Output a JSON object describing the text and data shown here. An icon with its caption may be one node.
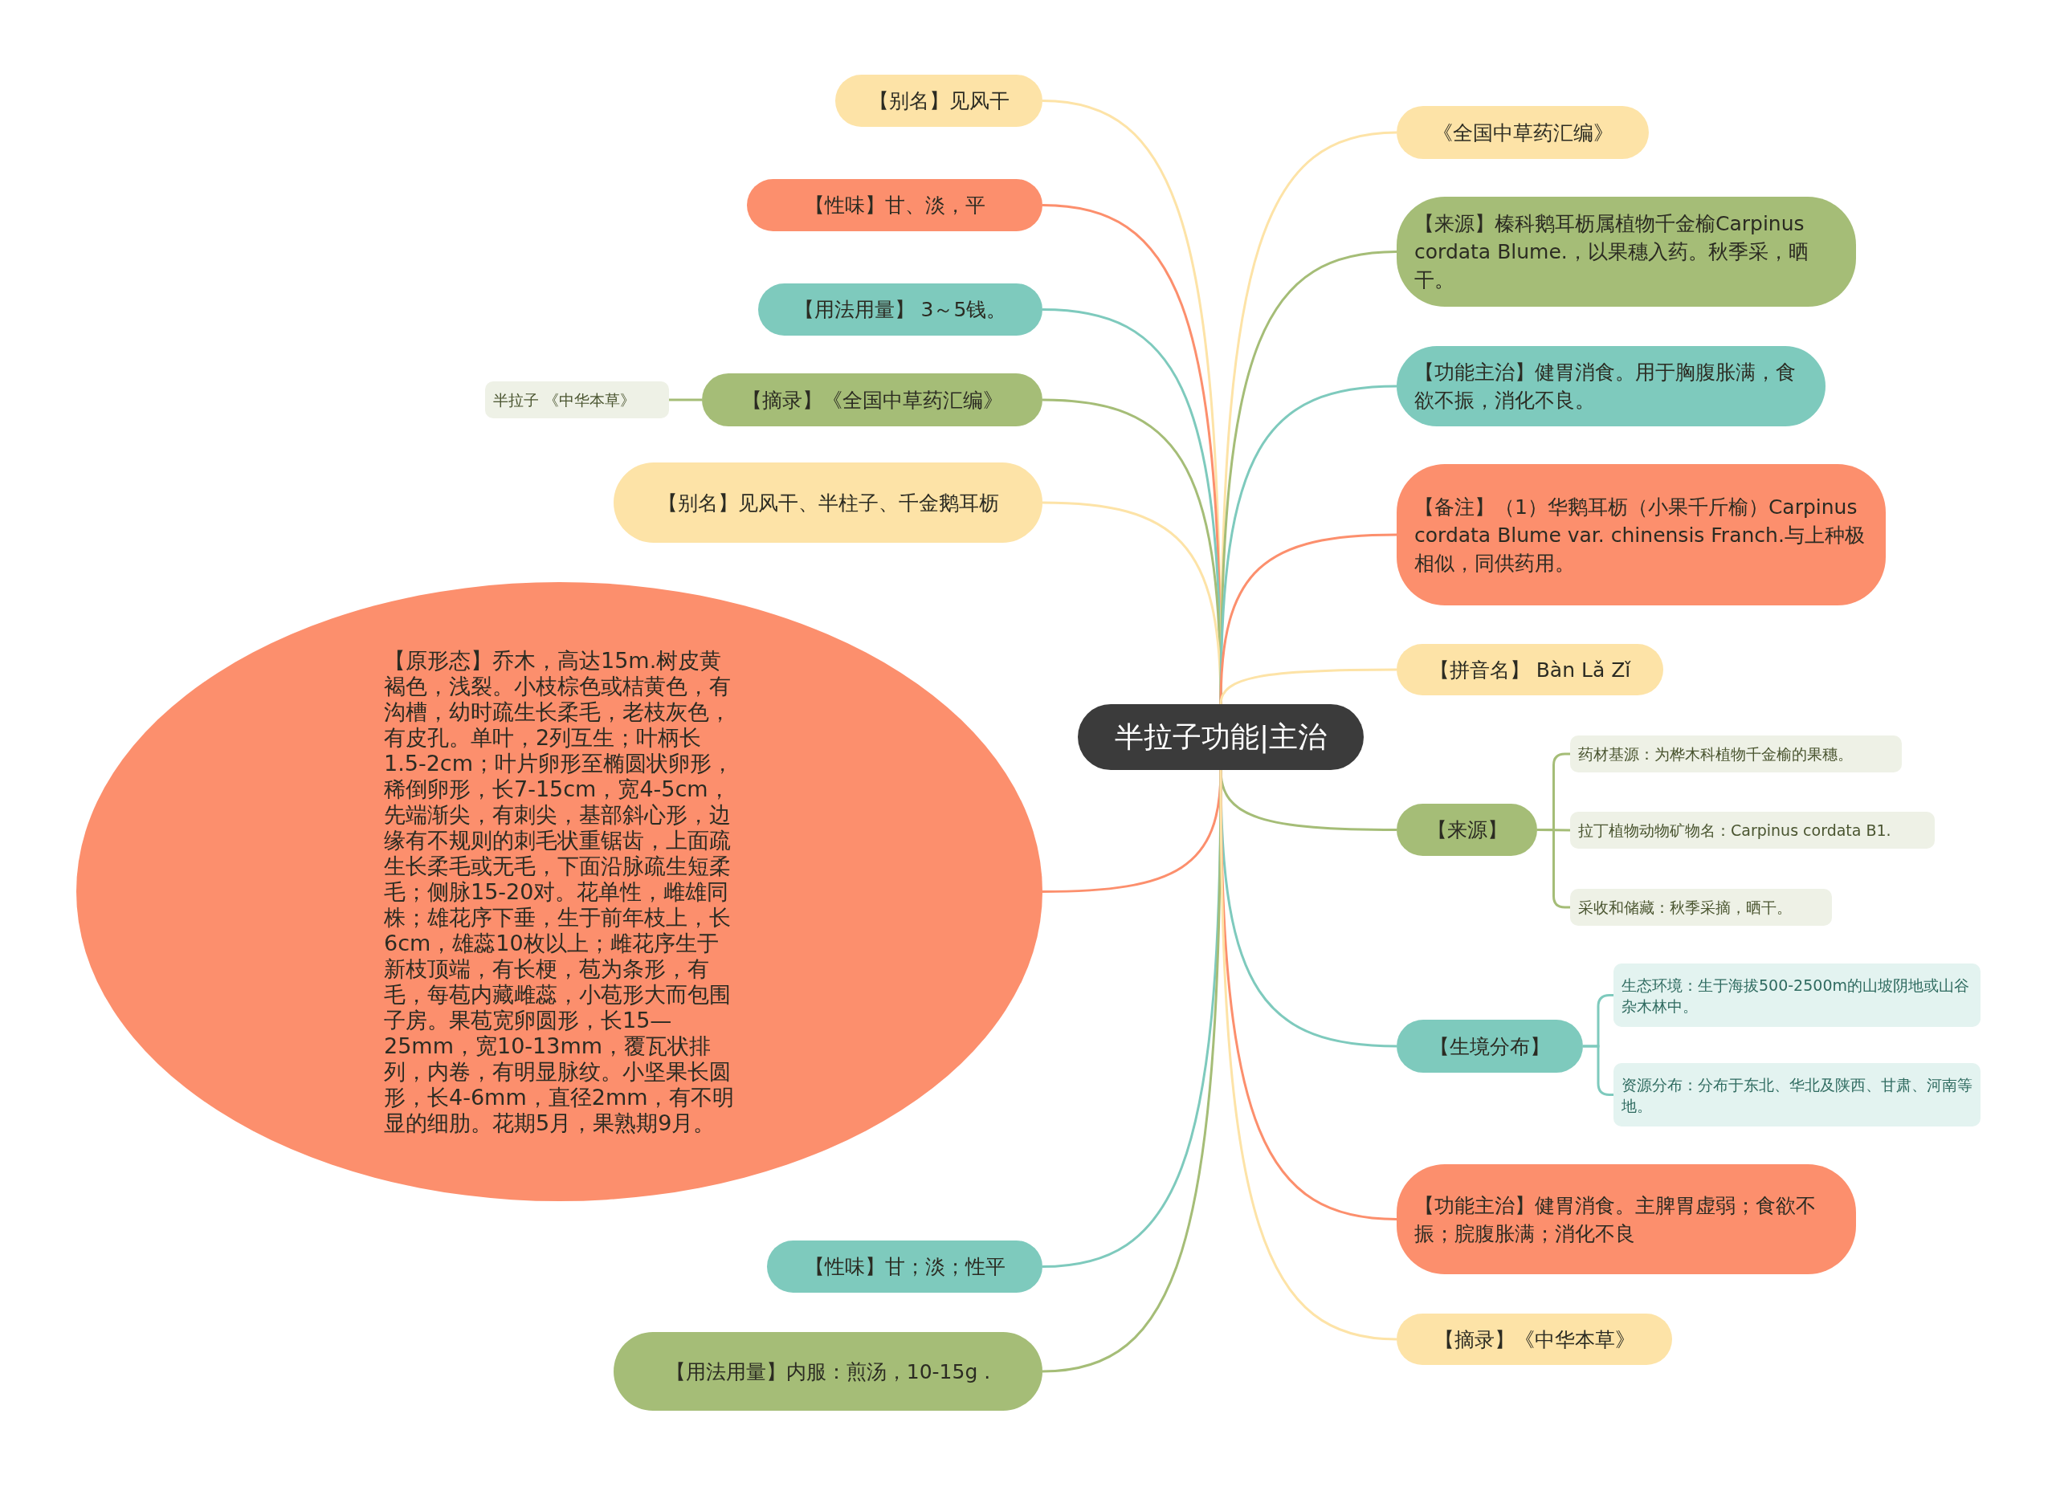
{
  "diagram": {
    "nodes": [
      {
        "text": [
          "半拉子功能|主治"
        ]
      },
      {
        "text": [
          "【别名】见风干"
        ]
      },
      {
        "text": [
          "【性味】甘、淡，平"
        ]
      },
      {
        "text": [
          "【用法用量】 3～5钱。"
        ]
      },
      {
        "text": [
          "【摘录】《全国中草药汇编》"
        ]
      },
      {
        "text": [
          "半拉子 《中华本草》"
        ]
      },
      {
        "text": [
          "【别名】见风干、半柱子、千金鹅耳枥"
        ]
      },
      {
        "text": [
          "【原形态】乔木，高达15m.树皮黄褐色，浅裂。小枝棕色或桔黄色，有沟槽，幼时疏生长柔毛，老枝灰色，有皮孔。单叶，2列互生；叶柄长1.5-2cm；叶片卵形至椭圆状卵形，稀倒卵形，长7-15cm，宽4-5cm，先端渐尖，有刺尖，基部斜心形，边缘有不规则的刺毛状重锯齿，上面疏生长柔毛或无毛，下面沿脉疏生短柔毛；侧脉15-20对。花单性，雌雄同株；雄花序下垂，生于前年枝上，长6cm，雄蕊10枚以上；雌花序生于新枝顶端，有长梗，苞为条形，有毛，每苞内藏雌蕊，小苞形大而包围子房。果苞宽卵圆形，长15—25mm，宽10-13mm，覆瓦状排列，内卷，有明显脉纹。小坚果长圆形，长4-6mm，直径2mm，有不明显的细肋。花期5月，果熟期9月。"
        ]
      },
      {
        "text": [
          "【性味】甘；淡；性平"
        ]
      },
      {
        "text": [
          "【用法用量】内服：煎汤，10-15g ."
        ]
      },
      {
        "text": [
          "《全国中草药汇编》"
        ]
      },
      {
        "text": [
          "【来源】榛科鹅耳枥属植物千金榆Carpinus cordata Blume.，以果穗入药。秋季采，晒干。"
        ]
      },
      {
        "text": [
          "【功能主治】健胃消食。用于胸腹胀满，食欲不振，消化不良。"
        ]
      },
      {
        "text": [
          "【备注】（1）华鹅耳枥（小果千斤榆）Carpinus cordata Blume var. chinensis Franch.与上种极相似，同供药用。"
        ]
      },
      {
        "text": [
          "【拼音名】 Bàn Lǎ Zǐ"
        ]
      },
      {
        "text": [
          "【来源】"
        ]
      },
      {
        "text": [
          "药材基源：为桦木科植物千金榆的果穗。"
        ]
      },
      {
        "text": [
          "拉丁植物动物矿物名：Carpinus cordata B1."
        ]
      },
      {
        "text": [
          "采收和储藏：秋季采摘，晒干。"
        ]
      },
      {
        "text": [
          "【生境分布】"
        ]
      },
      {
        "text": [
          "生态环境：生于海拔500-2500m的山坡阴地或山谷杂木林中。"
        ]
      },
      {
        "text": [
          "资源分布：分布于东北、华北及陕西、甘肃、河南等地。"
        ]
      },
      {
        "text": [
          "【功能主治】健胃消食。主脾胃虚弱；食欲不振；脘腹胀满；消化不良"
        ]
      },
      {
        "text": [
          "【摘录】《中华本草》"
        ]
      }
    ],
    "edges": [
      {
        "from": 0,
        "to": 1,
        "arrow": "none",
        "color": "#fde3a7"
      },
      {
        "from": 0,
        "to": 2,
        "arrow": "none",
        "color": "#fc8f6d"
      },
      {
        "from": 0,
        "to": 3,
        "arrow": "none",
        "color": "#7ecabd"
      },
      {
        "from": 0,
        "to": 4,
        "arrow": "none",
        "color": "#a5bd77"
      },
      {
        "from": 4,
        "to": 5,
        "arrow": "none",
        "color": "#a5bd77"
      },
      {
        "from": 0,
        "to": 6,
        "arrow": "none",
        "color": "#fde3a7"
      },
      {
        "from": 0,
        "to": 7,
        "arrow": "none",
        "color": "#fc8f6d"
      },
      {
        "from": 0,
        "to": 8,
        "arrow": "none",
        "color": "#7ecabd"
      },
      {
        "from": 0,
        "to": 9,
        "arrow": "none",
        "color": "#a5bd77"
      },
      {
        "from": 0,
        "to": 10,
        "arrow": "none",
        "color": "#fde3a7"
      },
      {
        "from": 0,
        "to": 11,
        "arrow": "none",
        "color": "#a5bd77"
      },
      {
        "from": 0,
        "to": 12,
        "arrow": "none",
        "color": "#7ecabd"
      },
      {
        "from": 0,
        "to": 13,
        "arrow": "none",
        "color": "#fc8f6d"
      },
      {
        "from": 0,
        "to": 14,
        "arrow": "none",
        "color": "#fde3a7"
      },
      {
        "from": 0,
        "to": 15,
        "arrow": "none",
        "color": "#a5bd77"
      },
      {
        "from": 15,
        "to": 16,
        "arrow": "none",
        "color": "#a5bd77"
      },
      {
        "from": 15,
        "to": 17,
        "arrow": "none",
        "color": "#a5bd77"
      },
      {
        "from": 15,
        "to": 18,
        "arrow": "none",
        "color": "#a5bd77"
      },
      {
        "from": 0,
        "to": 19,
        "arrow": "none",
        "color": "#7ecabd"
      },
      {
        "from": 19,
        "to": 20,
        "arrow": "none",
        "color": "#7ecabd"
      },
      {
        "from": 19,
        "to": 21,
        "arrow": "none",
        "color": "#7ecabd"
      },
      {
        "from": 0,
        "to": 22,
        "arrow": "none",
        "color": "#fc8f6d"
      },
      {
        "from": 0,
        "to": 23,
        "arrow": "none",
        "color": "#fde3a7"
      }
    ]
  }
}
